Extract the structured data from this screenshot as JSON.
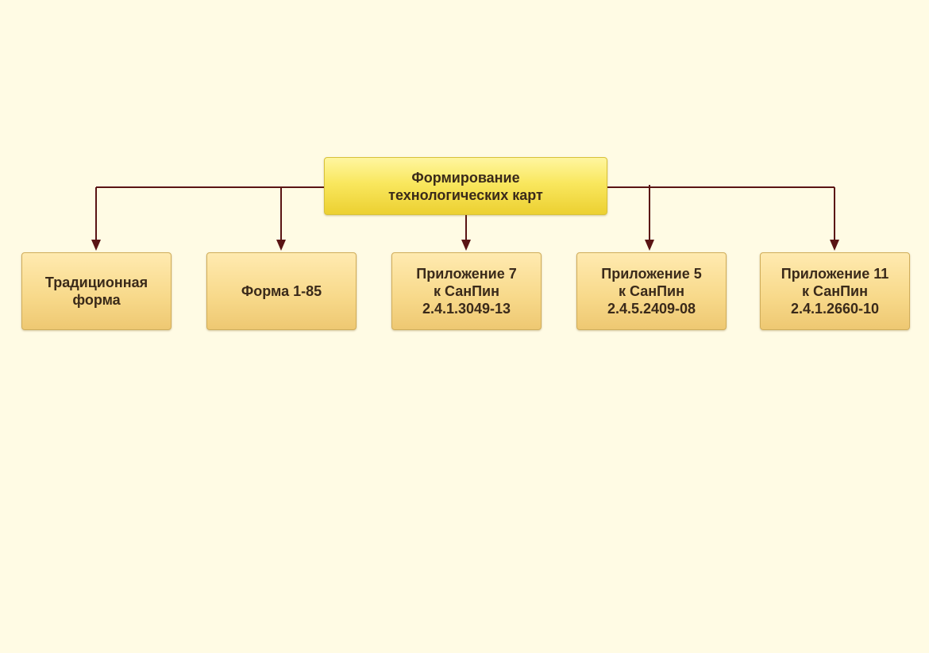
{
  "diagram": {
    "root": {
      "label": "Формирование\nтехнологических карт"
    },
    "children": [
      {
        "label": "Традиционная\nформа"
      },
      {
        "label": "Форма 1-85"
      },
      {
        "label": "Приложение 7\nк СанПин\n2.4.1.3049-13"
      },
      {
        "label": "Приложение 5\nк СанПин\n2.4.5.2409-08"
      },
      {
        "label": "Приложение 11\nк СанПин\n2.4.1.2660-10"
      }
    ],
    "colors": {
      "background": "#fffbe4",
      "connector": "#5a1414",
      "root_fill": "#f9e75e",
      "child_fill": "#f8da8c",
      "text": "#3a2a1a"
    }
  }
}
